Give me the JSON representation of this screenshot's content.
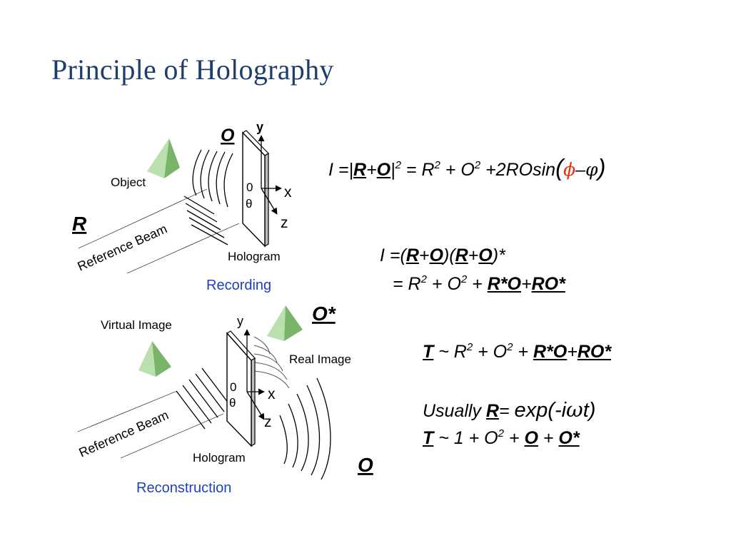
{
  "title": "Principle of Holography",
  "colors": {
    "title": "#1f3d6b",
    "caption": "#1f3fbf",
    "pyramid_light": "#b9e0ad",
    "pyramid_dark": "#7ab46a",
    "phase_red": "#e8300a"
  },
  "recording": {
    "object_wave_label": "O",
    "y_axis": "y",
    "object_label": "Object",
    "origin": "0",
    "x_axis": "x",
    "angle": "θ",
    "z_axis": "z",
    "reference_label": "R",
    "reference_beam": "Reference Beam",
    "hologram": "Hologram",
    "caption": "Recording"
  },
  "reconstruction": {
    "conjugate_label": "O*",
    "y_axis": "y",
    "virtual_image": "Virtual Image",
    "real_image": "Real Image",
    "origin": "0",
    "x_axis": "x",
    "angle": "θ",
    "z_axis": "z",
    "reference_beam": "Reference Beam",
    "hologram": "Hologram",
    "object_wave_label": "O",
    "caption": "Reconstruction"
  },
  "equations": {
    "eq1": {
      "lhs": "I =|",
      "r": "R",
      "plus": "+",
      "o": "O",
      "bar": "|",
      "exp": "2",
      "eq": " = R",
      "exp2": "2",
      "plus_o": " + O",
      "exp3": "2",
      "tail": " +2ROsin",
      "open": "(",
      "phi": "ϕ",
      "minus": "–",
      "varphi": "φ",
      "close": ")"
    },
    "eq2": {
      "lhs": "I =(",
      "r1": "R",
      "plus1": "+",
      "o1": "O",
      "mid": ")(",
      "r2": "R",
      "plus2": "+",
      "o2": "O",
      "end": ")*"
    },
    "eq3": {
      "lhs": "= R",
      "exp1": "2",
      "plus_o": " + O",
      "exp2": "2",
      "plus": " + ",
      "rstar": "R*",
      "o": "O",
      "plus2": "+",
      "ro": "RO*"
    },
    "eq4": {
      "t": "T",
      "tilde": " ~ R",
      "exp1": "2",
      "plus_o": " + O",
      "exp2": "2",
      "plus": " + ",
      "rstar": "R*",
      "o": "O",
      "plus2": "+",
      "ro": "RO*"
    },
    "eq5": {
      "usually": "Usually ",
      "r": "R",
      "eq": "= ",
      "exp_open": "exp(-i",
      "omega": "ω",
      "exp_close": "t)"
    },
    "eq6": {
      "t": "T",
      "tilde": " ~ 1 + O",
      "exp": "2",
      "plus": " + ",
      "o": "O",
      "plus2": " + ",
      "ostar": "O*"
    }
  }
}
